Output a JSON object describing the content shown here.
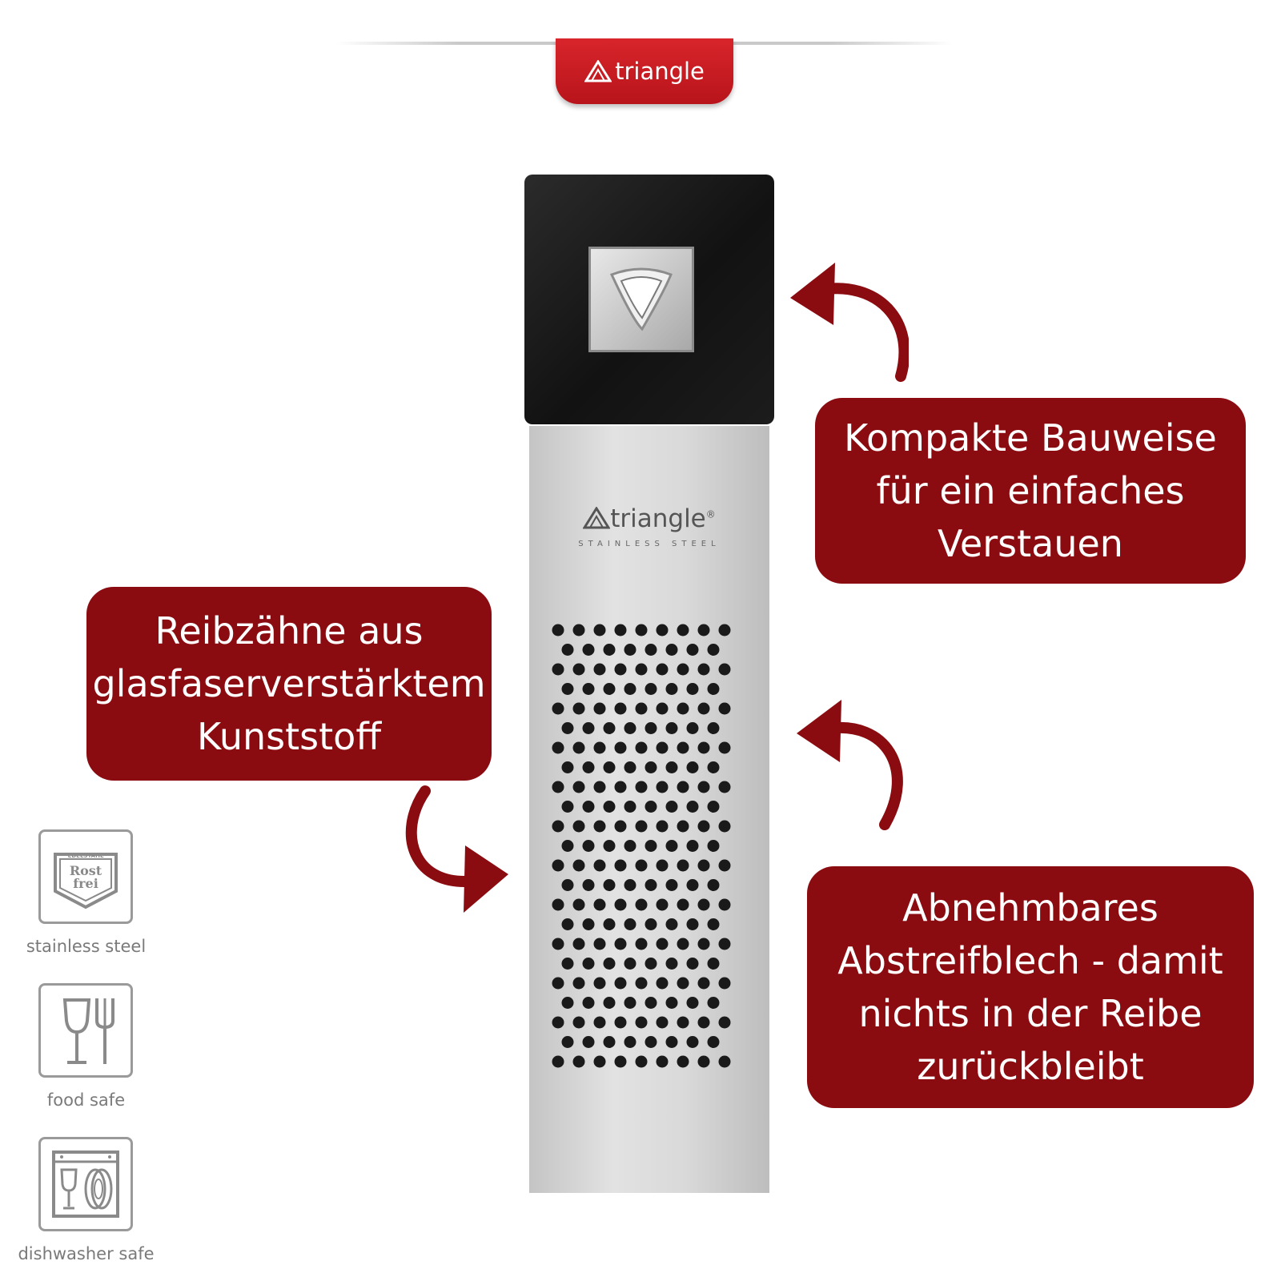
{
  "brand": {
    "banner_text": "triangle",
    "product_logo_text": "triangle",
    "product_logo_registered": "®",
    "product_logo_subtext": "STAINLESS STEEL"
  },
  "callouts": {
    "compact_storage": {
      "line1": "Kompakte Bauweise",
      "line2": "für ein einfaches",
      "line3": "Verstauen"
    },
    "grater_teeth": {
      "line1": "Reibzähne aus",
      "line2": "glasfaserverstärktem",
      "line3": "Kunststoff"
    },
    "scraper": {
      "line1": "Abnehmbares",
      "line2": "Abstreifblech - damit",
      "line3": "nichts in der Reibe",
      "line4": "zurückbleibt"
    }
  },
  "features": [
    {
      "label": "stainless steel",
      "icon": "stainless-steel-icon",
      "stamp_top": "EDELSTAHL",
      "stamp_line1": "Rost",
      "stamp_line2": "frei"
    },
    {
      "label": "food safe",
      "icon": "food-safe-icon"
    },
    {
      "label": "dishwasher safe",
      "icon": "dishwasher-safe-icon"
    }
  ],
  "colors": {
    "callout_red": "#8a0b10",
    "banner_red": "#c8161d",
    "handle_black": "#151515",
    "steel": "#d6d6d6",
    "icon_gray": "#8a8a8a"
  }
}
